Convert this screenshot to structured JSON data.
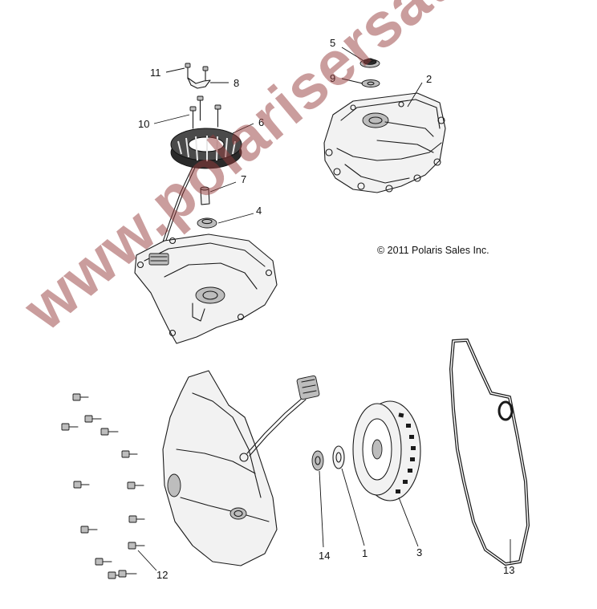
{
  "diagram": {
    "copyright": "© 2011 Polaris Sales Inc.",
    "watermark": "www.polarisersatzteile.de",
    "callouts": [
      {
        "id": "1",
        "label": "1"
      },
      {
        "id": "2",
        "label": "2"
      },
      {
        "id": "3",
        "label": "3"
      },
      {
        "id": "4",
        "label": "4"
      },
      {
        "id": "5",
        "label": "5"
      },
      {
        "id": "6",
        "label": "6"
      },
      {
        "id": "7",
        "label": "7"
      },
      {
        "id": "8",
        "label": "8"
      },
      {
        "id": "9",
        "label": "9"
      },
      {
        "id": "10",
        "label": "10"
      },
      {
        "id": "11",
        "label": "11"
      },
      {
        "id": "12",
        "label": "12"
      },
      {
        "id": "13",
        "label": "13"
      },
      {
        "id": "14",
        "label": "14"
      }
    ]
  }
}
